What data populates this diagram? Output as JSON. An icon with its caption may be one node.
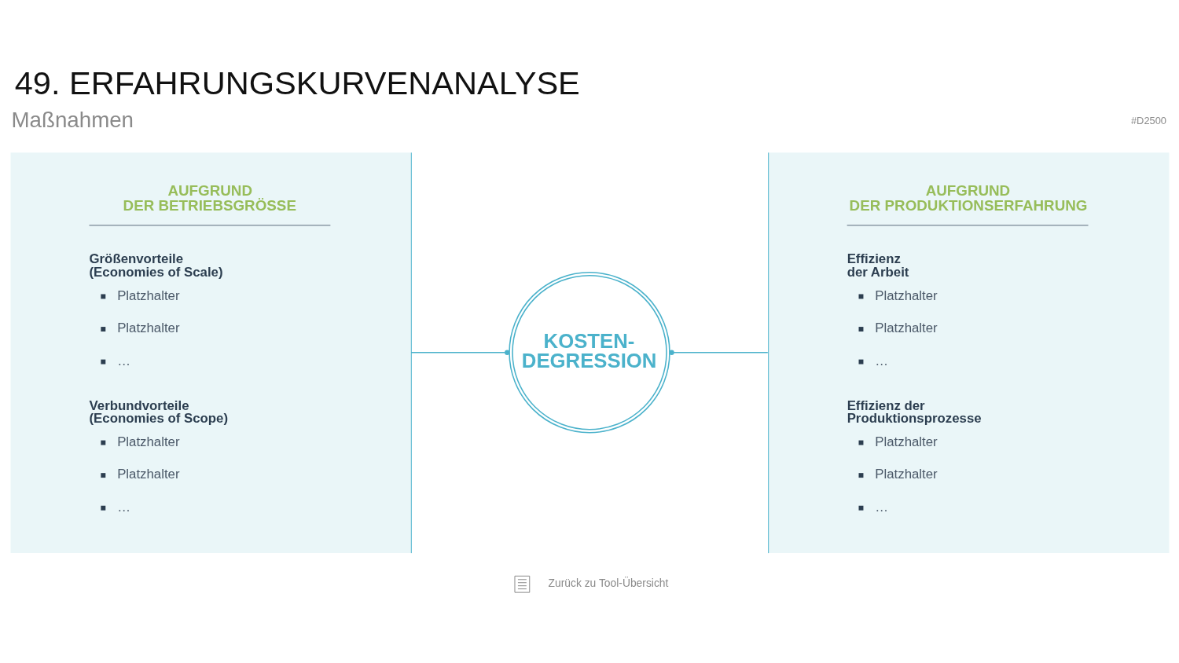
{
  "diagram": {
    "title": "49. ERFAHRUNGSKURVENANALYSE",
    "nodes": [
      {
        "text": [
          "AUFGRUND DER BETRIEBSGRÖSSE",
          "Größenvorteile (Economies of Scale)",
          "Platzhalter",
          "Platzhalter",
          "…",
          "Verbundvorteile (Economies of Scope)",
          "Platzhalter",
          "Platzhalter",
          "…"
        ]
      },
      {
        "text": [
          "KOSTEN- DEGRESSION"
        ]
      },
      {
        "text": [
          "AUFGRUND DER PRODUKTIONSERFAHRUNG",
          "Effizienz der Arbeit",
          "Platzhalter",
          "Platzhalter",
          "…",
          "Effizienz der Produktionsprozesse",
          "Platzhalter",
          "Platzhalter",
          "…"
        ]
      }
    ],
    "edges": [
      {
        "from": 0,
        "to": 1,
        "arrow": "other"
      },
      {
        "from": 1,
        "to": 2,
        "arrow": "other"
      }
    ],
    "labels": [
      "#D2500",
      "Maßnahmen",
      "Zurück zu Tool-Übersicht"
    ]
  }
}
